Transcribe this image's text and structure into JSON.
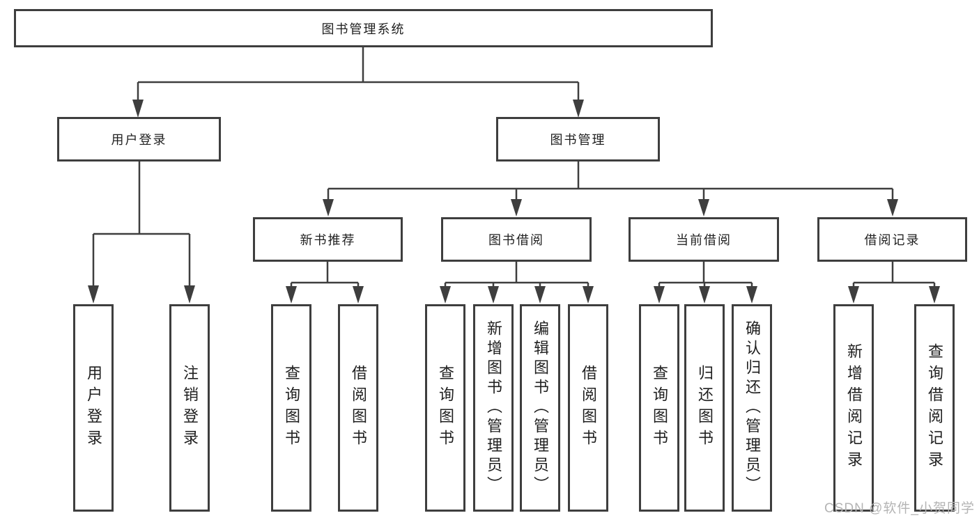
{
  "nodes": {
    "root": "图书管理系统",
    "user_login": "用户登录",
    "book_mgmt": "图书管理",
    "new_book_rec": "新书推荐",
    "book_borrow": "图书借阅",
    "current_borrow": "当前借阅",
    "borrow_record": "借阅记录",
    "leaf_user_login": "用户登录",
    "leaf_logout": "注销登录",
    "leaf_query_book_a": "查询图书",
    "leaf_borrow_book_a": "借阅图书",
    "leaf_query_book_b": "查询图书",
    "leaf_add_book": "新增图书（管理员）",
    "leaf_edit_book": "编辑图书（管理员）",
    "leaf_borrow_book_b": "借阅图书",
    "leaf_query_book_c": "查询图书",
    "leaf_return_book": "归还图书",
    "leaf_confirm_return": "确认归还（管理员）",
    "leaf_add_record": "新增借阅记录",
    "leaf_query_record": "查询借阅记录"
  },
  "watermark": "CSDN @软件_小贺同学",
  "colors": {
    "line": "#3e3e3e",
    "text": "#1f1f1f",
    "box_fill": "#ffffff",
    "watermark": "#b4b4b4",
    "background": "#ffffff"
  }
}
